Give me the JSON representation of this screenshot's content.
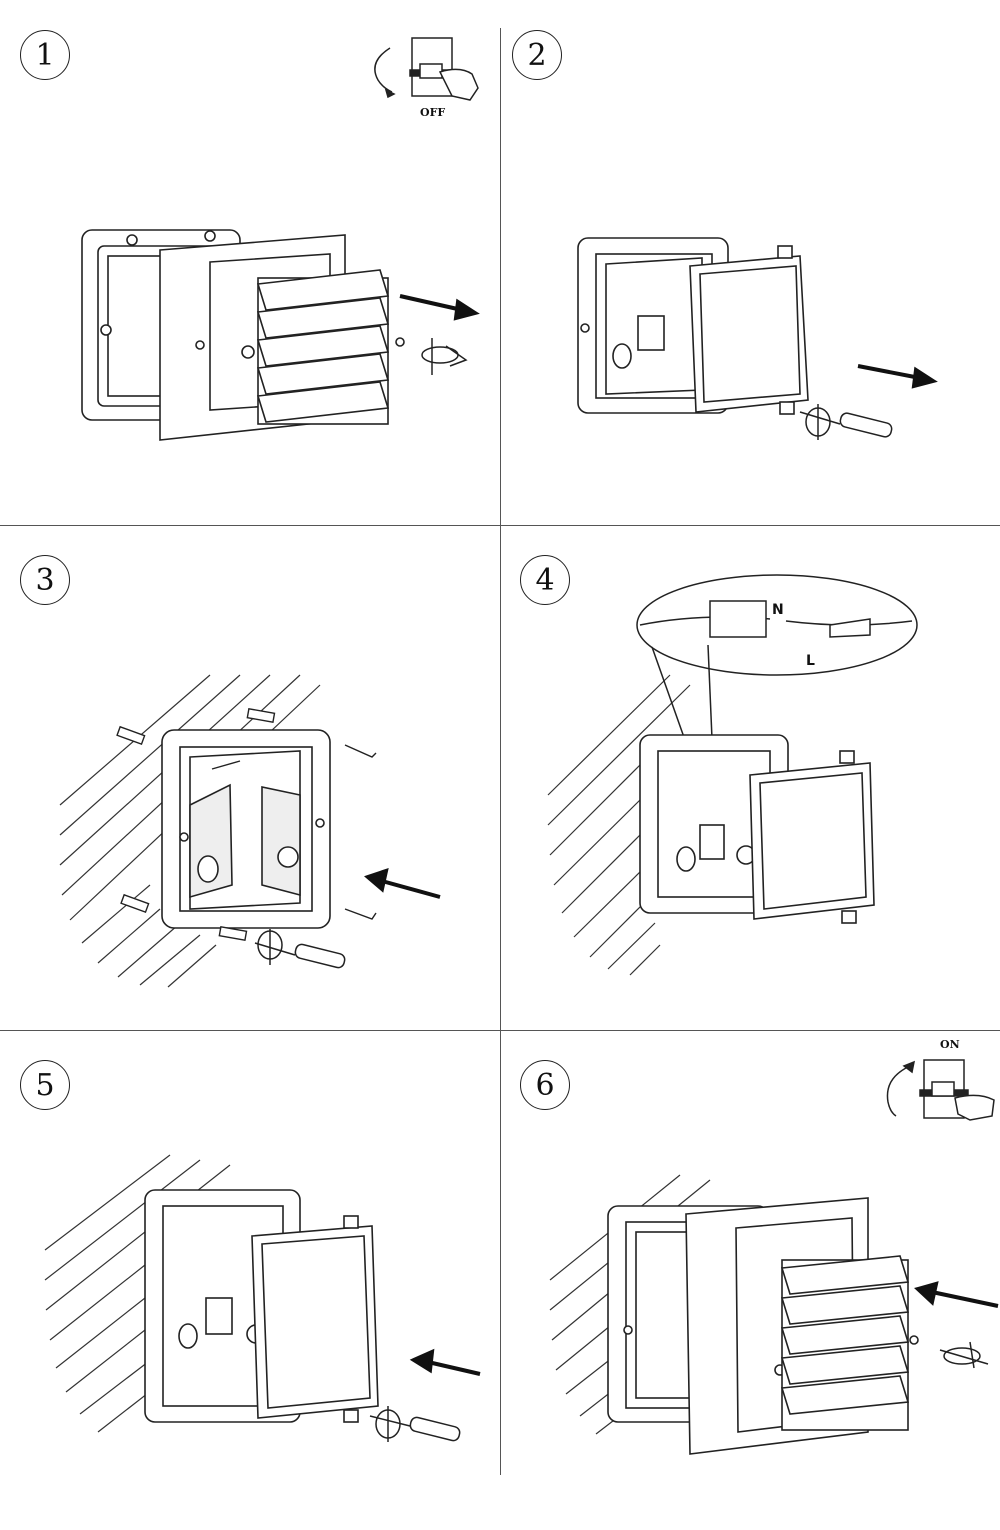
{
  "steps": [
    {
      "number": "1",
      "switch_label": "OFF"
    },
    {
      "number": "2"
    },
    {
      "number": "3"
    },
    {
      "number": "4",
      "wire_labels": {
        "neutral": "N",
        "live": "L"
      }
    },
    {
      "number": "5"
    },
    {
      "number": "6",
      "switch_label": "ON"
    }
  ],
  "icons": {
    "power_switch": "breaker-switch-icon",
    "rotate_arrow": "rotate-arrow-icon",
    "direction_arrow": "arrow-icon",
    "screwdriver": "screwdriver-icon",
    "screw": "screw-icon",
    "wall_plug": "wall-plug-icon"
  },
  "colors": {
    "line": "#222222",
    "fill": "#ffffff",
    "arrow": "#111111"
  }
}
